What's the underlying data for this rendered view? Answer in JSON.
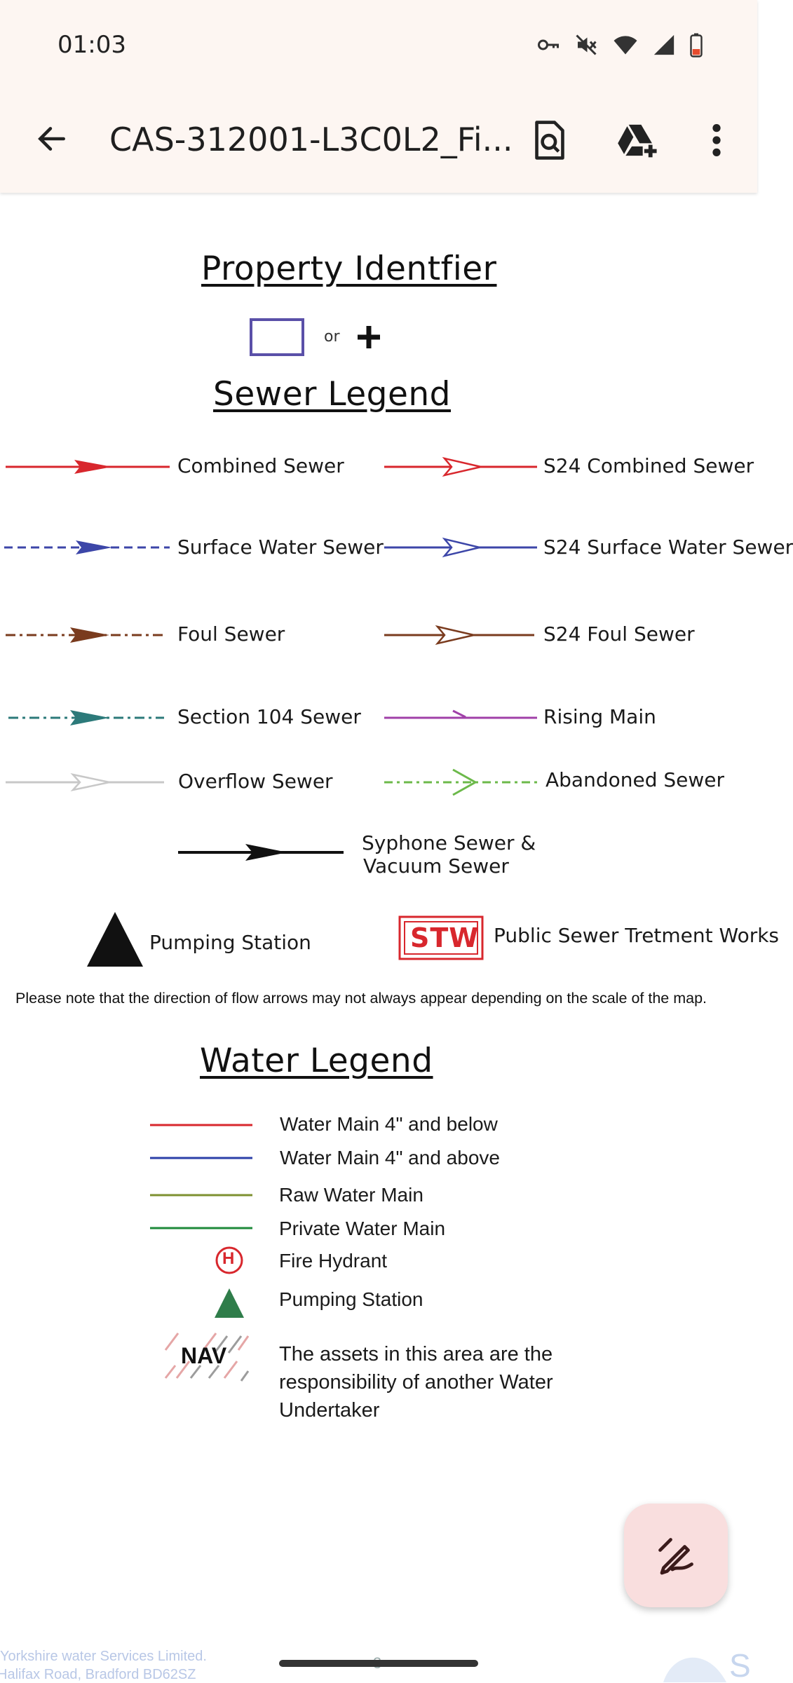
{
  "status": {
    "time": "01:03"
  },
  "appbar": {
    "title": "CAS-312001-L3C0L2_Fi..."
  },
  "property": {
    "heading": "Property Identfier",
    "or_text": "or"
  },
  "sewer": {
    "heading": "Sewer Legend",
    "items": [
      "Combined Sewer",
      "S24 Combined Sewer",
      "Surface Water Sewer",
      "S24 Surface Water Sewer",
      "Foul Sewer",
      "S24 Foul Sewer",
      "Section 104 Sewer",
      "Rising Main",
      "Overflow Sewer",
      "Abandoned Sewer",
      "Syphone Sewer &",
      "Vacuum Sewer",
      "Pumping Station",
      "Public Sewer Tretment Works"
    ],
    "stw_badge": "STW"
  },
  "note": "Please note that the direction of flow arrows may not always appear depending on the scale of the map.",
  "water": {
    "heading": "Water Legend",
    "items": [
      "Water Main 4\" and below",
      "Water Main 4\" and above",
      "Raw Water Main",
      "Private Water Main",
      "Fire Hydrant",
      "Pumping Station"
    ],
    "hydrant_letter": "H",
    "nav_badge": "NAV",
    "nav_text": "The assets in this area are the responsibility of another Water Undertaker"
  },
  "footer": {
    "line1": "Yorkshire water Services Limited.",
    "line2": "Halifax Road, Bradford BD62SZ",
    "page": "3"
  },
  "colors": {
    "combined": "#d8272d",
    "surface": "#3c46a8",
    "foul": "#7a3b1e",
    "section104": "#2c7a7a",
    "rising": "#a040a8",
    "overflow": "#c8c8c8",
    "abandoned": "#6cb94a",
    "water_below": "#d8272d",
    "water_above": "#2b3fa8",
    "raw": "#7e9030",
    "private": "#1e8a3a",
    "pump_green": "#2f7d4a"
  }
}
